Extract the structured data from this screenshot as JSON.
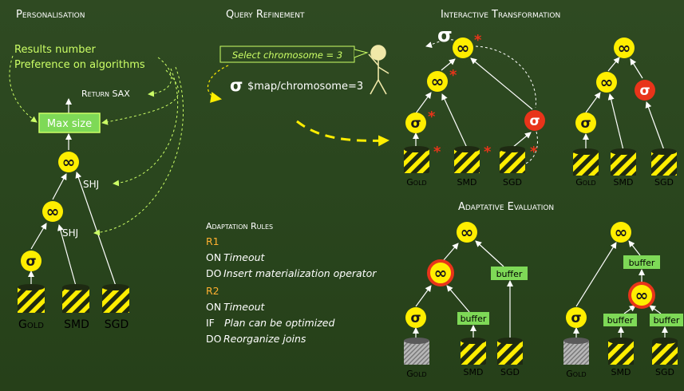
{
  "headings": {
    "personalisation": "Personalisation",
    "query_refinement": "Query Refinement",
    "interactive_transformation": "Interactive Transformation",
    "adaptative_evaluation": "Adaptative Evaluation"
  },
  "personalisation": {
    "results_number": "Results number",
    "preference_algorithms": "Preference on algorithms",
    "return_sax": "Return SAX",
    "max_size": "Max size",
    "shj_upper": "SHJ",
    "shj_lower": "SHJ"
  },
  "query_refinement": {
    "bubble_text": "Select chromosome = 3",
    "sigma": "σ",
    "expression": "$map/chromosome=3"
  },
  "operators": {
    "join": "∞",
    "select": "σ",
    "buffer": "buffer",
    "star": "*"
  },
  "sources": {
    "gold": "Gold",
    "smd": "SMD",
    "sgd": "SGD"
  },
  "rules": {
    "title": "Adaptation Rules",
    "r1": {
      "name": "R1",
      "on_kw": "ON",
      "on_val": "Timeout",
      "do_kw": "DO",
      "do_val": "Insert materialization operator"
    },
    "r2": {
      "name": "R2",
      "on_kw": "ON",
      "on_val": "Timeout",
      "if_kw": "IF",
      "if_val": "Plan can be optimized",
      "do_kw": "DO",
      "do_val": "Reorganize joins"
    }
  },
  "colors": {
    "background": "#2c4720",
    "text": "#ffffff",
    "highlight_green": "#ccff66",
    "box_fill": "#7ed957",
    "operator_yellow": "#ffee00",
    "operator_red": "#e8341a",
    "rule_orange": "#ffb030",
    "stripe_dark": "#1e2a12"
  }
}
